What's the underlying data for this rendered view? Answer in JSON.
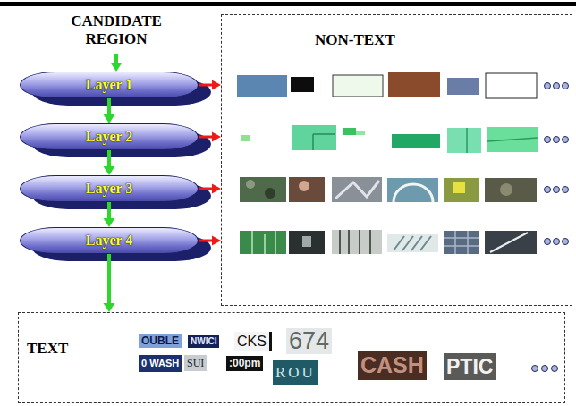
{
  "diagram": {
    "nodes": [
      {
        "text": [
          "CANDIDATE REGION"
        ]
      },
      {
        "text": [
          "NON-TEXT"
        ]
      },
      {
        "text": [
          "Layer 1"
        ]
      },
      {
        "text": [
          "Layer 2"
        ]
      },
      {
        "text": [
          "Layer 3"
        ]
      },
      {
        "text": [
          "Layer 4"
        ]
      },
      {
        "text": [
          "TEXT"
        ]
      }
    ],
    "edges": [
      {
        "from": 0,
        "to": 2,
        "arrow": "to"
      },
      {
        "from": 2,
        "to": 3,
        "arrow": "to"
      },
      {
        "from": 3,
        "to": 4,
        "arrow": "to"
      },
      {
        "from": 4,
        "to": 5,
        "arrow": "to"
      },
      {
        "from": 5,
        "to": 6,
        "arrow": "to"
      },
      {
        "from": 2,
        "to": 1,
        "arrow": "to"
      },
      {
        "from": 3,
        "to": 1,
        "arrow": "to"
      },
      {
        "from": 4,
        "to": 1,
        "arrow": "to"
      },
      {
        "from": 5,
        "to": 1,
        "arrow": "to"
      }
    ],
    "labels": [
      "OUBLE",
      "NWICI",
      "CKS",
      "674",
      "CASH",
      "PTIC",
      "0 WASH",
      "SUI",
      ":00pm",
      "ROU"
    ]
  }
}
